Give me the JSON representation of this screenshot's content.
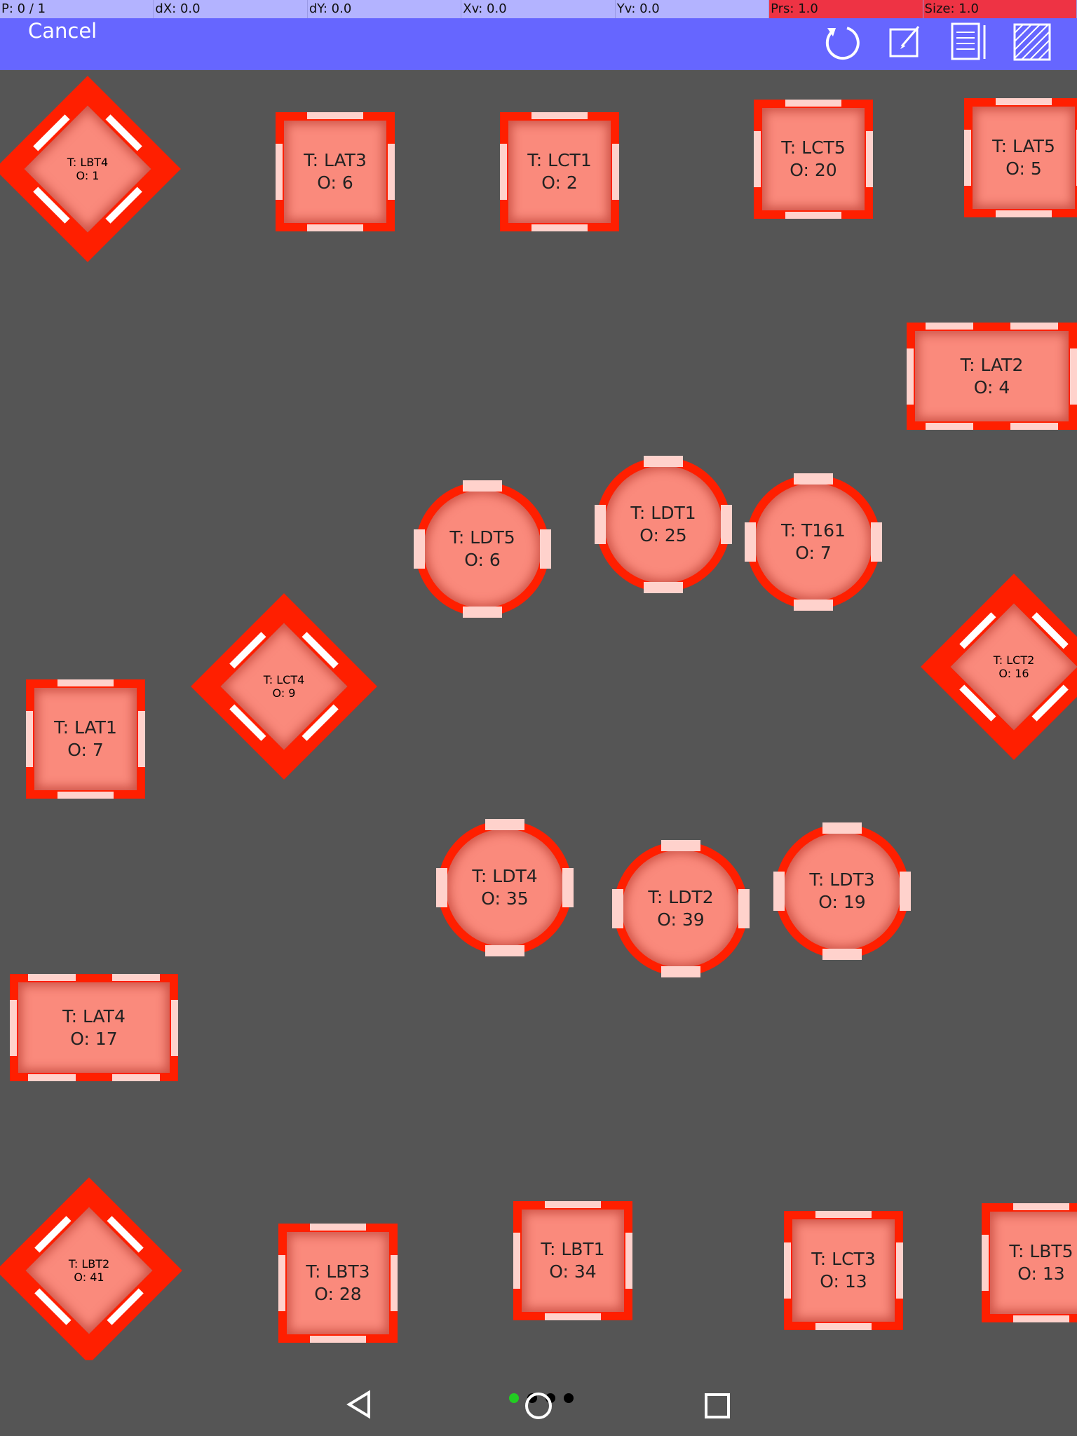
{
  "debug": {
    "pointer": "P: 0 / 1",
    "dx": "dX: 0.0",
    "dy": "dY: 0.0",
    "xv": "Xv: 0.0",
    "yv": "Yv: 0.0",
    "prs": "Prs: 1.0",
    "size": "Size: 1.0"
  },
  "toolbar": {
    "cancel_label": "Cancel",
    "icons": [
      "refresh-icon",
      "edit-icon",
      "notes-icon",
      "hatch-pattern-icon"
    ]
  },
  "colors": {
    "app_bar": "#6666ff",
    "debug_bar": "#b3b3ff",
    "debug_alert": "#ee3344",
    "canvas": "#555555",
    "table_border": "#ff1f00",
    "table_fill": "#fa8a7c",
    "chair": "#ffd2cc",
    "page_dot_active": "#22cc22",
    "page_dot": "#000000"
  },
  "tables": [
    {
      "shape": "diamond",
      "t": "T: LBT4",
      "o": "O: 1"
    },
    {
      "shape": "square",
      "t": "T: LAT3",
      "o": "O: 6"
    },
    {
      "shape": "square",
      "t": "T: LCT1",
      "o": "O: 2"
    },
    {
      "shape": "square",
      "t": "T: LCT5",
      "o": "O: 20"
    },
    {
      "shape": "square",
      "t": "T: LAT5",
      "o": "O: 5"
    },
    {
      "shape": "rect",
      "t": "T: LAT2",
      "o": "O: 4"
    },
    {
      "shape": "round",
      "t": "T: LDT5",
      "o": "O: 6"
    },
    {
      "shape": "round",
      "t": "T: LDT1",
      "o": "O: 25"
    },
    {
      "shape": "round",
      "t": "T: T161",
      "o": "O: 7"
    },
    {
      "shape": "diamond",
      "t": "T: LCT4",
      "o": "O: 9"
    },
    {
      "shape": "diamond",
      "t": "T: LCT2",
      "o": "O: 16"
    },
    {
      "shape": "square",
      "t": "T: LAT1",
      "o": "O: 7"
    },
    {
      "shape": "round",
      "t": "T: LDT4",
      "o": "O: 35"
    },
    {
      "shape": "round",
      "t": "T: LDT2",
      "o": "O: 39"
    },
    {
      "shape": "round",
      "t": "T: LDT3",
      "o": "O: 19"
    },
    {
      "shape": "rect",
      "t": "T: LAT4",
      "o": "O: 17"
    },
    {
      "shape": "diamond",
      "t": "T: LBT2",
      "o": "O: 41"
    },
    {
      "shape": "square",
      "t": "T: LBT3",
      "o": "O: 28"
    },
    {
      "shape": "square",
      "t": "T: LBT1",
      "o": "O: 34"
    },
    {
      "shape": "square",
      "t": "T: LCT3",
      "o": "O: 13"
    },
    {
      "shape": "square",
      "t": "T: LBT5",
      "o": "O: 13"
    }
  ],
  "nav": {
    "back_icon": "back-triangle-icon",
    "home_icon": "home-circle-icon",
    "recents_icon": "recents-square-icon",
    "page_count": 4,
    "active_page": 1
  }
}
